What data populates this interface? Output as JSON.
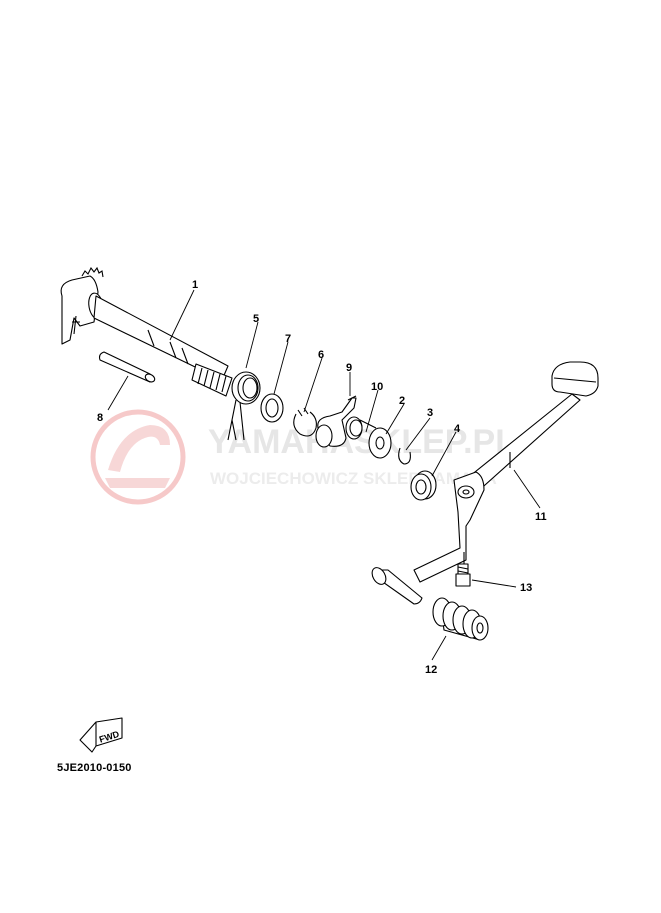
{
  "diagram": {
    "code": "5JE2010-0150",
    "fwd_label": "FWD",
    "callouts": [
      "1",
      "2",
      "3",
      "4",
      "5",
      "6",
      "7",
      "8",
      "9",
      "10",
      "11",
      "12",
      "13"
    ]
  },
  "watermark": {
    "title": "YAMAHASKLEP.PL",
    "subtitle": "WOJCIECHOWICZ SKLEP YAMAHA",
    "logo_color": "#f1b8b8"
  }
}
